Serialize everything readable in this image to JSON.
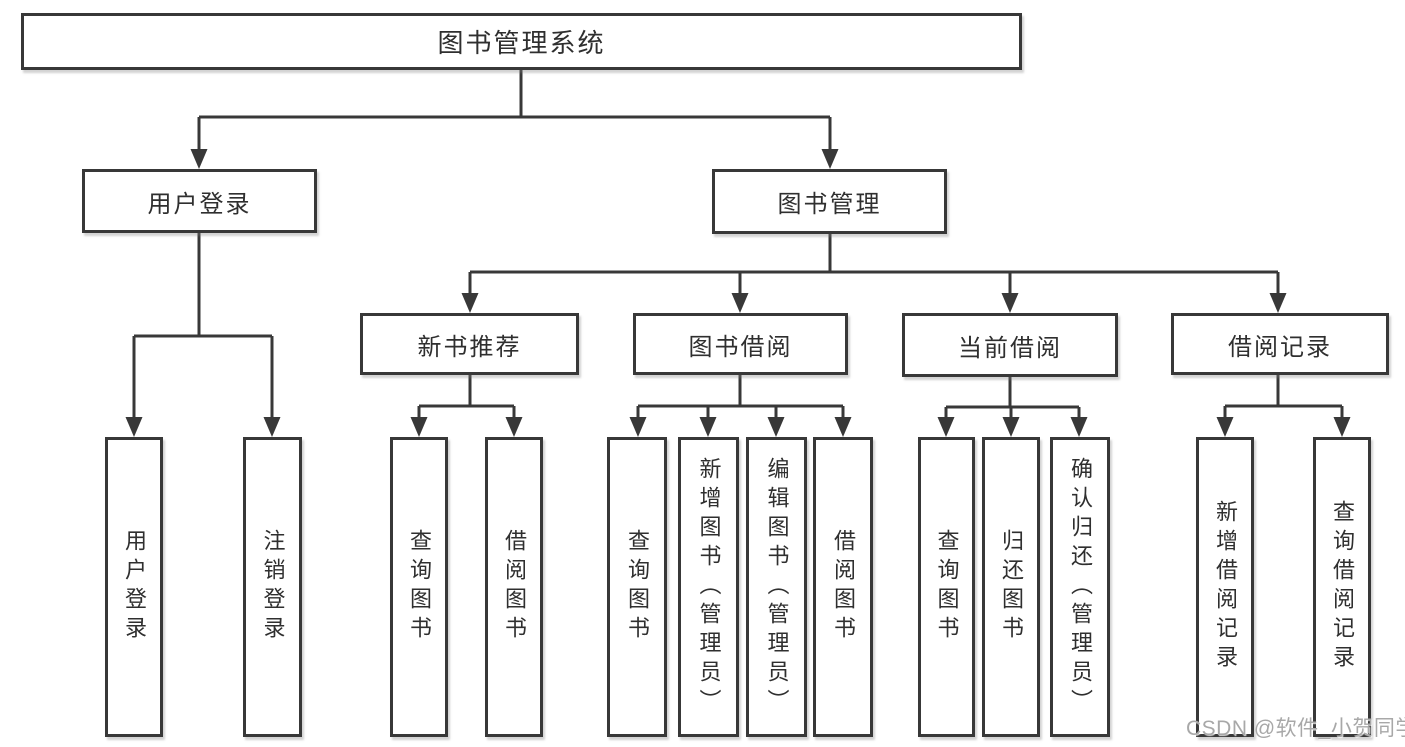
{
  "diagram": {
    "root": {
      "label": "图书管理系统"
    },
    "level2": [
      {
        "id": "user-login",
        "label": "用户登录"
      },
      {
        "id": "book-management",
        "label": "图书管理"
      }
    ],
    "level3": [
      {
        "id": "new-book-recommend",
        "label": "新书推荐"
      },
      {
        "id": "book-borrowing",
        "label": "图书借阅"
      },
      {
        "id": "current-borrowing",
        "label": "当前借阅"
      },
      {
        "id": "borrowing-records",
        "label": "借阅记录"
      }
    ],
    "leaves": {
      "user": [
        {
          "label": "用户登录"
        },
        {
          "label": "注销登录"
        }
      ],
      "recommend": [
        {
          "label": "查询图书"
        },
        {
          "label": "借阅图书"
        }
      ],
      "borrow": [
        {
          "label": "查询图书"
        },
        {
          "label": "新增图书（管理员）"
        },
        {
          "label": "编辑图书（管理员）"
        },
        {
          "label": "借阅图书"
        }
      ],
      "current": [
        {
          "label": "查询图书"
        },
        {
          "label": "归还图书"
        },
        {
          "label": "确认归还（管理员）"
        }
      ],
      "record": [
        {
          "label": "新增借阅记录"
        },
        {
          "label": "查询借阅记录"
        }
      ]
    },
    "watermark": "CSDN @软件_小贺同学",
    "colors": {
      "line": "#383838",
      "box_border": "#383838",
      "text": "#2f2f2f",
      "watermark": "#a8a8a8",
      "background": "#ffffff"
    }
  }
}
